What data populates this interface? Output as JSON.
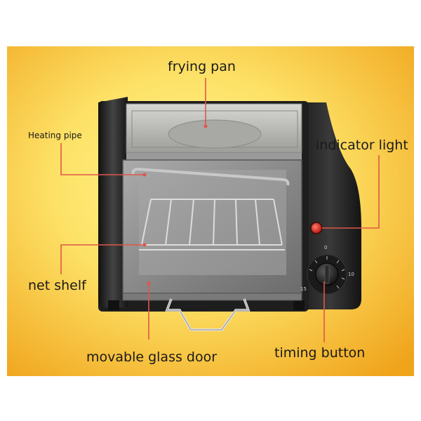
{
  "labels": {
    "frying_pan": "frying pan",
    "heating_pipe": "Heating pipe",
    "indicator_light": "indicator light",
    "net_shelf": "net shelf",
    "movable_glass_door": "movable glass door",
    "timing_button": "timing button"
  },
  "dial": {
    "top": "0",
    "right": "10",
    "left": "15"
  },
  "colors": {
    "background_light": "#fff48a",
    "background_dark": "#f0a41c",
    "leader_line": "#e0564a",
    "indicator_lamp": "#d8261d"
  }
}
